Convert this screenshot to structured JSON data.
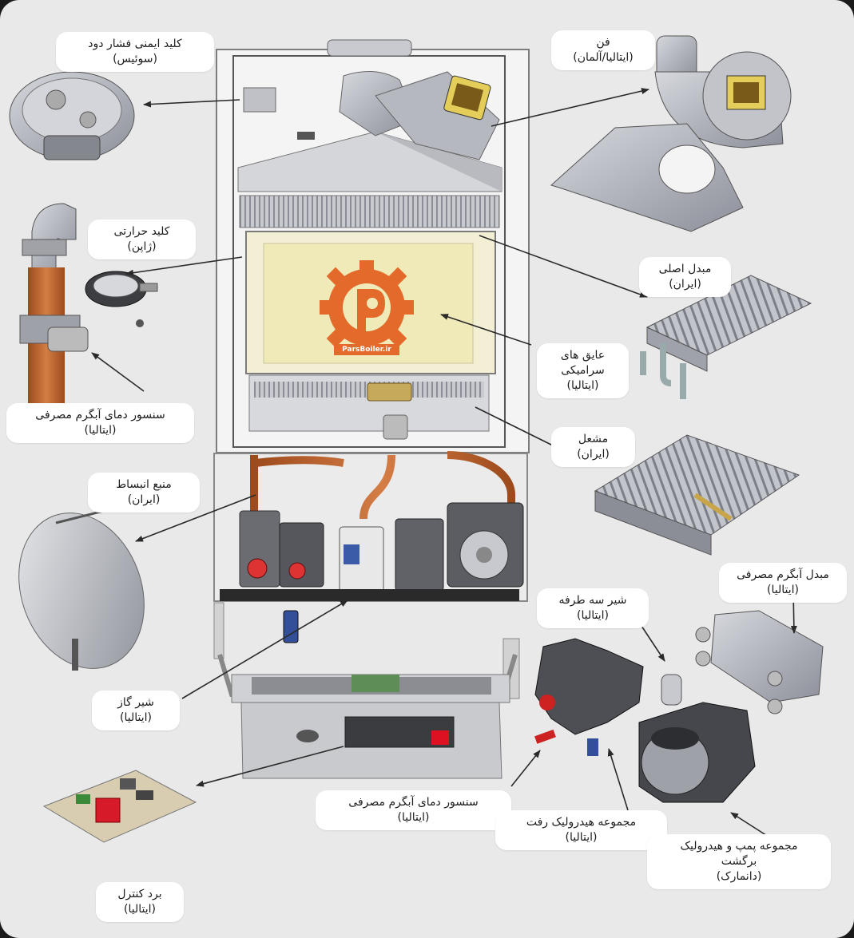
{
  "colors": {
    "background": "#e9e9e9",
    "label_bg": "#ffffff",
    "arrow": "#2a2a2a",
    "copper": "#c4672c",
    "ceramic": "#efeab8",
    "watermark": "#e36a2a",
    "metal": "#b9bcc6"
  },
  "watermark": {
    "text": "ParsBoiler.ir"
  },
  "labels": {
    "pressure_switch": {
      "line1": "کلید ایمنی فشار دود",
      "line2": "(سوئیس)"
    },
    "fan": {
      "line1": "فن",
      "line2": "(ایتالیا/آلمان)"
    },
    "thermal_switch": {
      "line1": "کلید حرارتی",
      "line2": "(ژاپن)"
    },
    "main_exchanger": {
      "line1": "مبدل اصلی",
      "line2": "(ایران)"
    },
    "ceramic_insulation": {
      "line1": "عایق های",
      "line2": "سرامیکی",
      "line3": "(ایتالیا)"
    },
    "dhw_sensor_left": {
      "line1": "سنسور دمای آبگرم مصرفی",
      "line2": "(ایتالیا)"
    },
    "burner": {
      "line1": "مشعل",
      "line2": "(ایران)"
    },
    "expansion_tank": {
      "line1": "منبع انبساط",
      "line2": "(ایران)"
    },
    "dhw_exchanger": {
      "line1": "مبدل آبگرم مصرفی",
      "line2": "(ایتالیا)"
    },
    "three_way_valve": {
      "line1": "شیر سه طرفه",
      "line2": "(ایتالیا)"
    },
    "gas_valve": {
      "line1": "شیر گاز",
      "line2": "(ایتالیا)"
    },
    "dhw_sensor_bottom": {
      "line1": "سنسور دمای آبگرم مصرفی",
      "line2": "(ایتالیا)"
    },
    "hydraulic_supply": {
      "line1": "مجموعه هیدرولیک رفت",
      "line2": "(ایتالیا)"
    },
    "pump_return": {
      "line1": "مجموعه پمپ و هیدرولیک",
      "line2": "برگشت",
      "line3": "(دانمارک)"
    },
    "control_board": {
      "line1": "برد کنترل",
      "line2": "(ایتالیا)"
    }
  }
}
